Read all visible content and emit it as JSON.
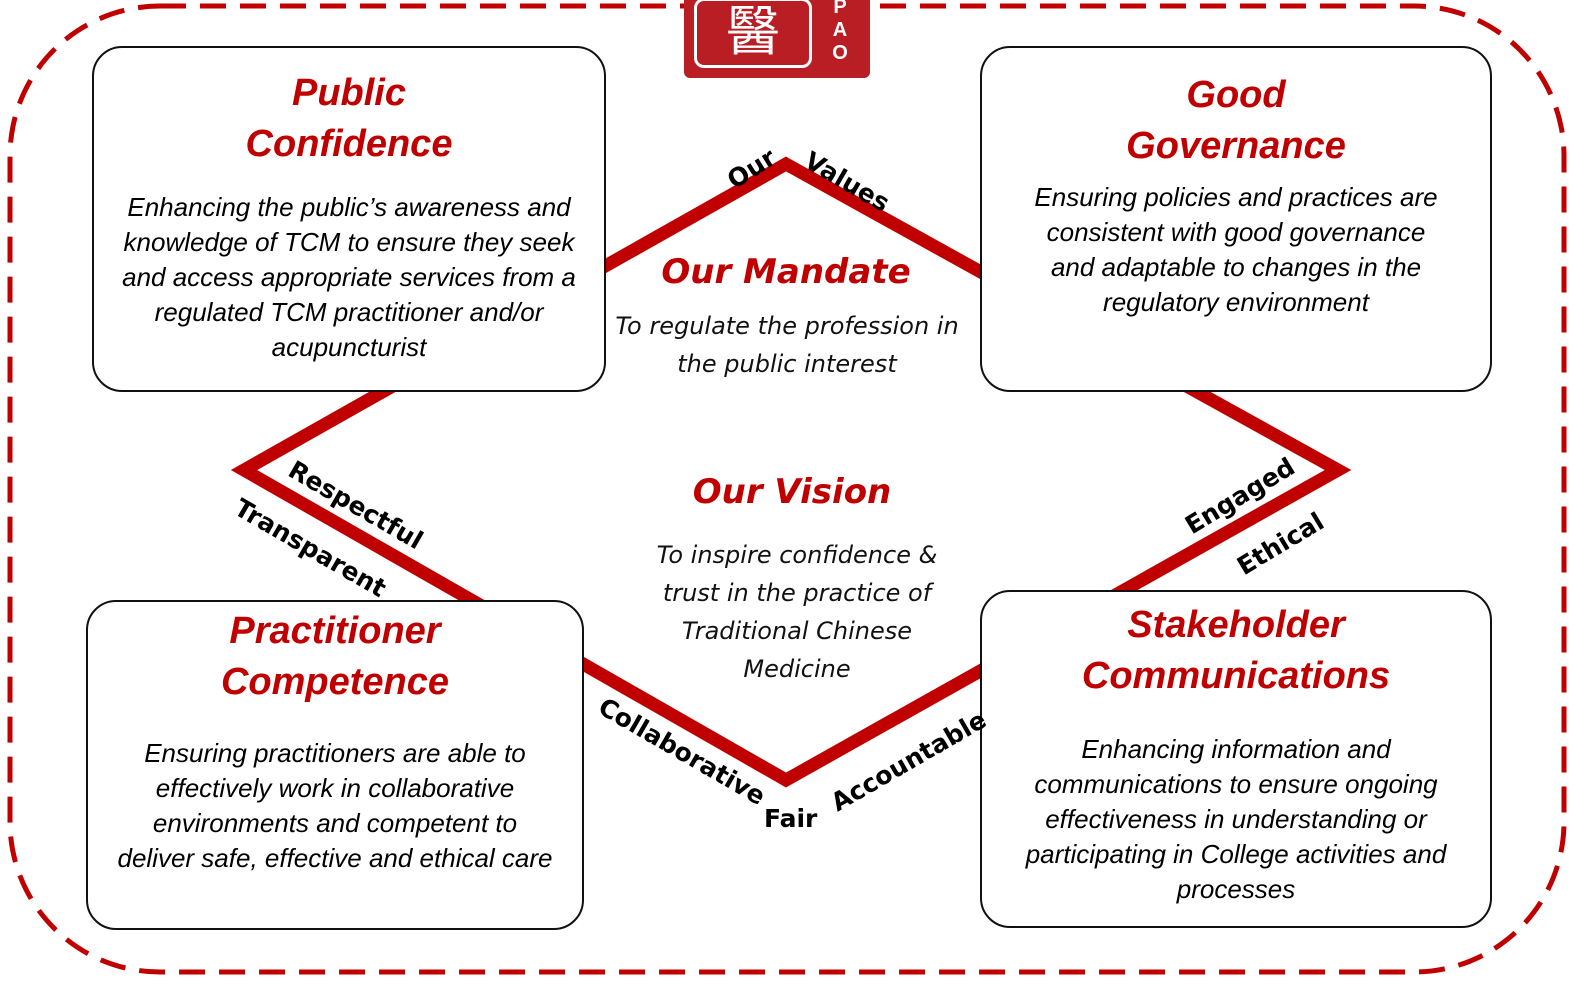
{
  "logo": {
    "glyph": "醫",
    "letters": [
      "P",
      "A",
      "O"
    ]
  },
  "colors": {
    "accent": "#c00000",
    "line": "#c00000",
    "border": "#111111"
  },
  "boxes": [
    {
      "id": "public-confidence",
      "title_lines": [
        "Public",
        "Confidence"
      ],
      "description": "Enhancing the public’s awareness and knowledge of TCM to ensure they seek and access appropriate services from a regulated TCM practitioner and/or acupuncturist"
    },
    {
      "id": "good-governance",
      "title_lines": [
        "Good",
        "Governance"
      ],
      "description": "Ensuring policies and practices are consistent with good governance and adaptable to changes in the regulatory environment"
    },
    {
      "id": "practitioner-competence",
      "title_lines": [
        "Practitioner",
        "Competence"
      ],
      "description": "Ensuring practitioners are able to effectively work in collaborative environments and competent to deliver safe, effective and ethical care"
    },
    {
      "id": "stakeholder-communications",
      "title_lines": [
        "Stakeholder",
        "Communications"
      ],
      "description": "Enhancing information and communications to ensure ongoing effectiveness in understanding or participating in College activities and processes"
    }
  ],
  "mandate": {
    "title": "Our Mandate",
    "text": "To regulate the profession in the public interest"
  },
  "vision": {
    "title": "Our Vision",
    "text": "To inspire confidence & trust in the practice of Traditional Chinese Medicine"
  },
  "values": [
    "Our",
    "Values",
    "Respectful",
    "Transparent",
    "Engaged",
    "Ethical",
    "Collaborative",
    "Fair",
    "Accountable"
  ]
}
